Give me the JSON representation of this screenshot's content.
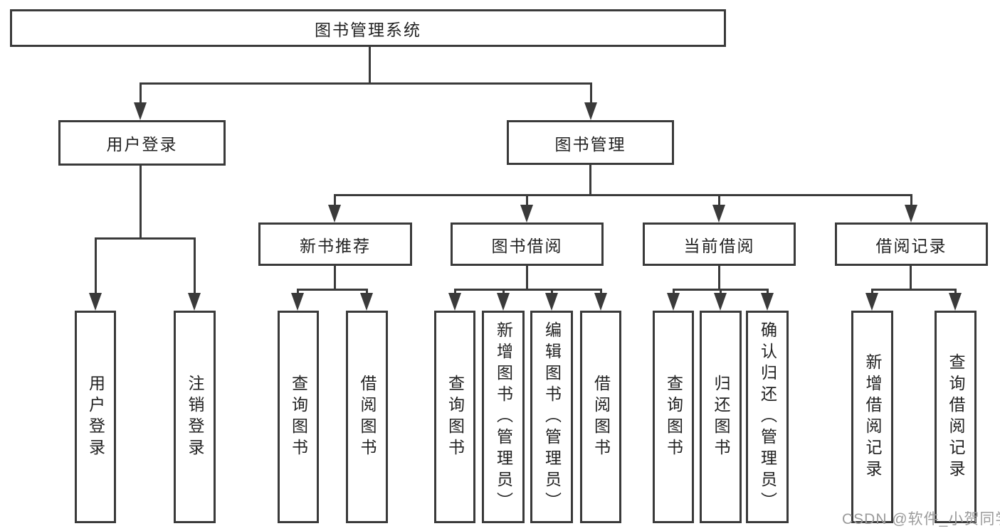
{
  "diagram": {
    "root": {
      "label": "图书管理系统"
    },
    "level2": [
      {
        "label": "用户登录",
        "children": [
          "用户登录",
          "注销登录"
        ]
      },
      {
        "label": "图书管理"
      }
    ],
    "level3": [
      {
        "label": "新书推荐",
        "children": [
          "查询图书",
          "借阅图书"
        ]
      },
      {
        "label": "图书借阅",
        "children": [
          "查询图书",
          "新增图书（管理员）",
          "编辑图书（管理员）",
          "借阅图书"
        ]
      },
      {
        "label": "当前借阅",
        "children": [
          "查询图书",
          "归还图书",
          "确认归还（管理员）"
        ]
      },
      {
        "label": "借阅记录",
        "children": [
          "新增借阅记录",
          "查询借阅记录"
        ]
      }
    ],
    "colors": {
      "line": "#3a3a3a",
      "text": "#222222",
      "background": "#ffffff",
      "watermark": "#9b9b9b"
    }
  },
  "watermark": {
    "text": "CSDN @软件_小贺同学"
  }
}
